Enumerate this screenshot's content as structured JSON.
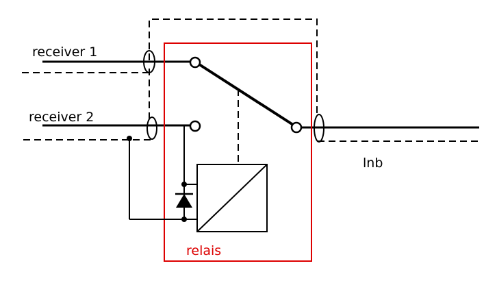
{
  "labels": {
    "receiver1": "receiver 1",
    "receiver2": "receiver 2",
    "lnb": "lnb",
    "relais": "relais"
  },
  "colors": {
    "line": "#000000",
    "relais_box": "#dd0000",
    "background": "#ffffff"
  }
}
